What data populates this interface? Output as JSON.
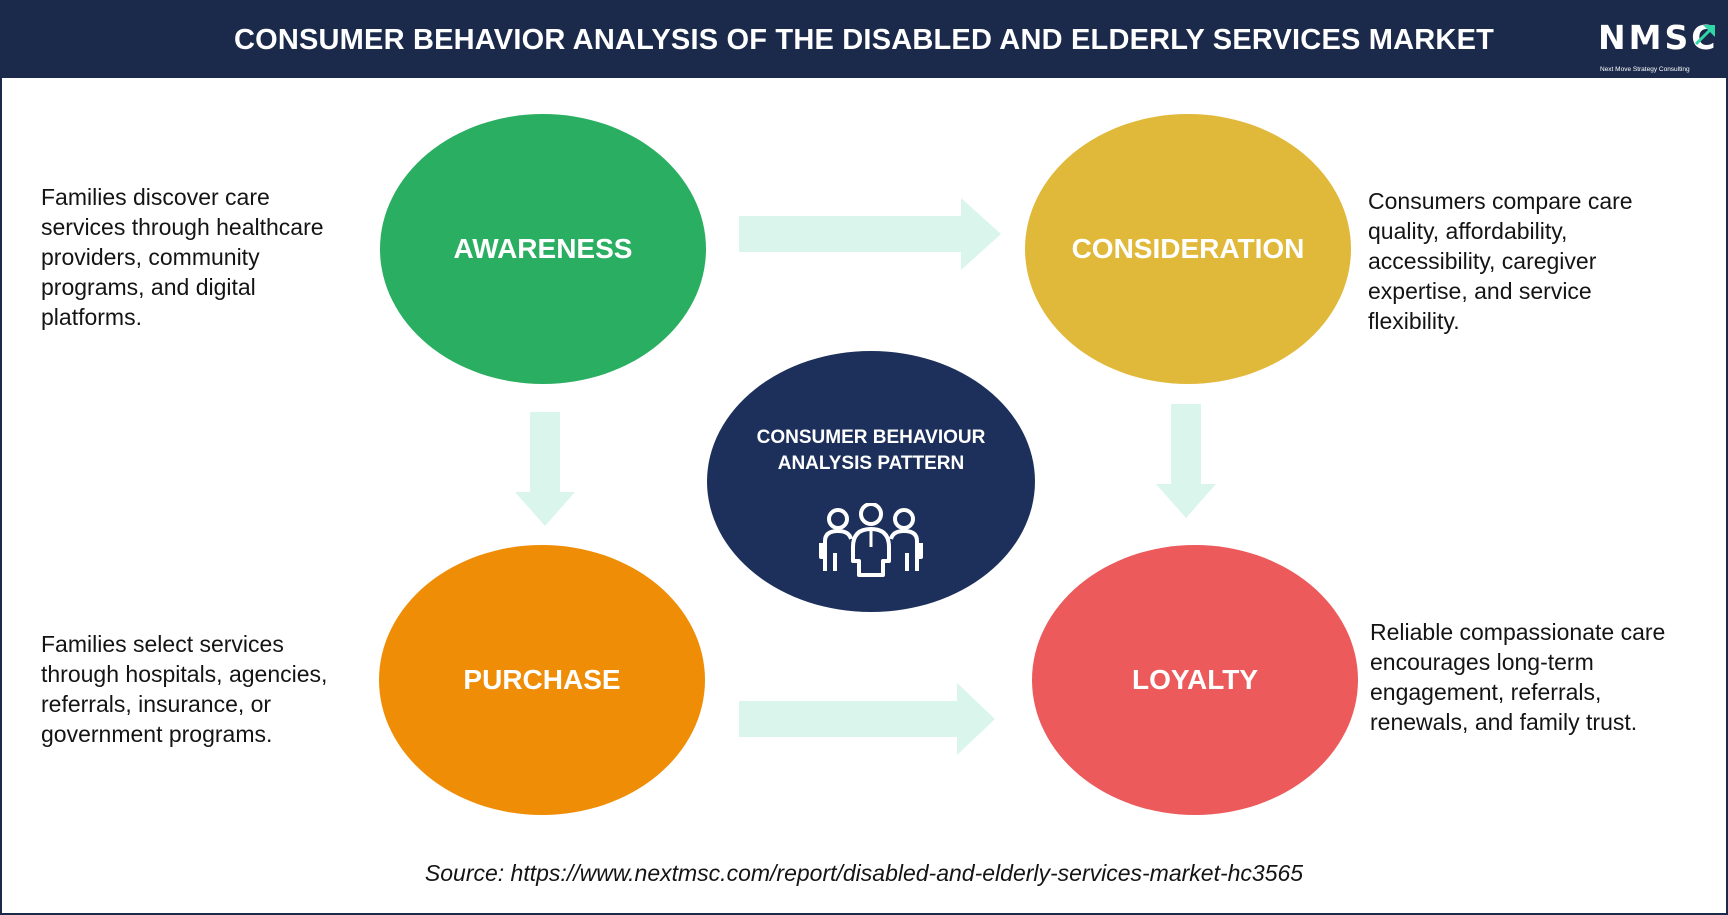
{
  "header": {
    "title": "CONSUMER BEHAVIOR ANALYSIS OF THE DISABLED AND ELDERLY SERVICES MARKET",
    "background_color": "#1b2a4b",
    "logo": {
      "text": "NMSC",
      "tagline": "Next Move Strategy Consulting",
      "icon": "arrow-mark-icon",
      "accent_color": "#2fd6a6"
    }
  },
  "diagram": {
    "center": {
      "label": "CONSUMER BEHAVIOUR\nANALYSIS PATTERN",
      "icon": "people-group-icon",
      "color": "#1d305b"
    },
    "stages": [
      {
        "id": "awareness",
        "label": "AWARENESS",
        "color": "#2aae61",
        "description": "Families discover care\nservices through healthcare\nproviders, community\nprograms, and digital\nplatforms."
      },
      {
        "id": "consideration",
        "label": "CONSIDERATION",
        "color": "#e1b93a",
        "description": "Consumers compare care\nquality, affordability,\naccessibility, caregiver\nexpertise, and service\nflexibility."
      },
      {
        "id": "purchase",
        "label": "PURCHASE",
        "color": "#f08d06",
        "description": "Families select services\nthrough hospitals, agencies,\nreferrals, insurance, or\ngovernment programs."
      },
      {
        "id": "loyalty",
        "label": "LOYALTY",
        "color": "#ec5a5b",
        "description": "Reliable compassionate care\nencourages long-term\nengagement, referrals,\nrenewals, and family trust."
      }
    ],
    "arrow_color": "#d9f5ec"
  },
  "footer": {
    "source": "Source: https://www.nextmsc.com/report/disabled-and-elderly-services-market-hc3565"
  }
}
